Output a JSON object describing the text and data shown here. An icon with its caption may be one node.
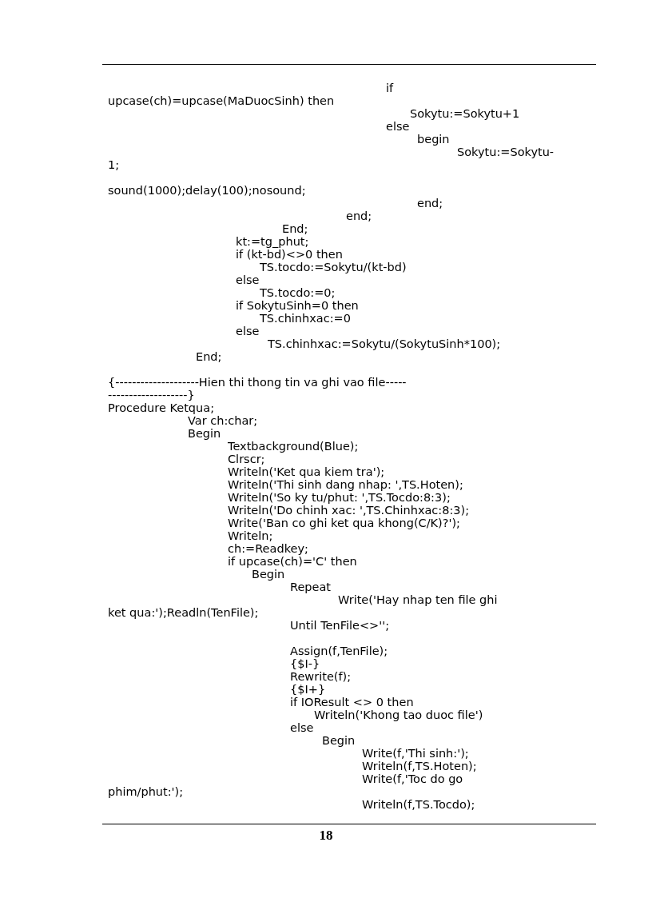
{
  "diagram": {
    "labels": [
      "if",
      "upcase(ch)=upcase(MaDuocSinh) then",
      "Sokytu:=Sokytu+1",
      "else",
      "begin",
      "Sokytu:=Sokytu-",
      "1;",
      "sound(1000);delay(100);nosound;",
      "end;",
      "end;",
      "End;",
      "kt:=tg_phut;",
      "if (kt-bd)<>0 then",
      "TS.tocdo:=Sokytu/(kt-bd)",
      "else",
      "TS.tocdo:=0;",
      "if SokytuSinh=0 then",
      "TS.chinhxac:=0",
      "else",
      "TS.chinhxac:=Sokytu/(SokytuSinh*100);",
      "End;",
      "{--------------------Hien thi thong tin va ghi vao file-----",
      "-------------------}",
      "Procedure Ketqua;",
      "Var ch:char;",
      "Begin",
      "Textbackground(Blue);",
      "Clrscr;",
      "Writeln('Ket qua kiem tra');",
      "Writeln('Thi sinh dang nhap: ',TS.Hoten);",
      "Writeln('So ky tu/phut: ',TS.Tocdo:8:3);",
      "Writeln('Do chinh xac: ',TS.Chinhxac:8:3);",
      "Write('Ban co ghi ket qua khong(C/K)?');",
      "Writeln;",
      "ch:=Readkey;",
      "if upcase(ch)='C' then",
      "Begin",
      "Repeat",
      "Write('Hay nhap ten file ghi",
      "ket qua:');Readln(TenFile);",
      "Until TenFile<>'';",
      "Assign(f,TenFile);",
      "{$I-}",
      "Rewrite(f);",
      "{$I+}",
      "if IOResult <> 0 then",
      "Writeln('Khong tao duoc file')",
      "else",
      "Begin",
      "Write(f,'Thi sinh:');",
      "Writeln(f,TS.Hoten);",
      "Write(f,'Toc do go",
      "phim/phut:');",
      "Writeln(f,TS.Tocdo);",
      "18"
    ]
  }
}
